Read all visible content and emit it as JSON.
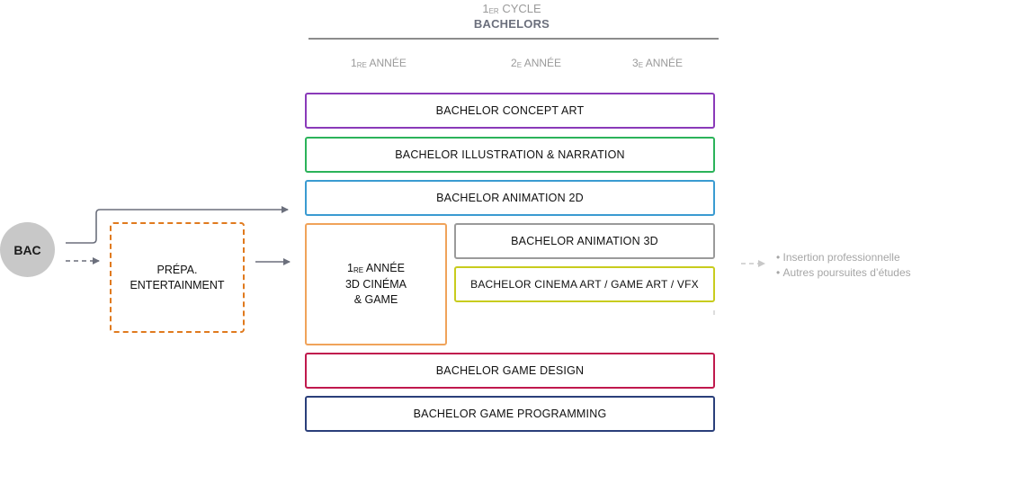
{
  "header": {
    "cycle_num": "1",
    "cycle_sup": "ER",
    "cycle_word": "CYCLE",
    "title": "BACHELORS"
  },
  "years": [
    {
      "num": "1",
      "sup": "RE",
      "word": "ANNÉE"
    },
    {
      "num": "2",
      "sup": "E",
      "word": "ANNÉE"
    },
    {
      "num": "3",
      "sup": "E",
      "word": "ANNÉE"
    }
  ],
  "entry": {
    "bac": "BAC",
    "prepa_line1": "PRÉPA.",
    "prepa_line2": "ENTERTAINMENT"
  },
  "core_year": {
    "num": "1",
    "sup": "RE",
    "word": "ANNÉE",
    "line2": "3D CINÉMA",
    "line3": "& GAME"
  },
  "programs": [
    {
      "label": "BACHELOR CONCEPT ART",
      "color": "#8a3ab9"
    },
    {
      "label": "BACHELOR ILLUSTRATION & NARRATION",
      "color": "#2bb35a"
    },
    {
      "label": "BACHELOR ANIMATION 2D",
      "color": "#3a9bd1"
    },
    {
      "label": "BACHELOR ANIMATION 3D",
      "color": "#9a9a9a"
    },
    {
      "label": "BACHELOR CINEMA ART / GAME ART / VFX",
      "color": "#c8cc1e"
    },
    {
      "label": "BACHELOR GAME DESIGN",
      "color": "#c0194d"
    },
    {
      "label": "BACHELOR GAME PROGRAMMING",
      "color": "#2a3f7a"
    }
  ],
  "outcomes": [
    "Insertion professionnelle",
    "Autres poursuites d’études"
  ],
  "colors": {
    "arrow": "#6b6f7c",
    "arrow_light": "#c8c8c8",
    "prepa_border": "#e07a1e",
    "core_border": "#f0a35a"
  }
}
